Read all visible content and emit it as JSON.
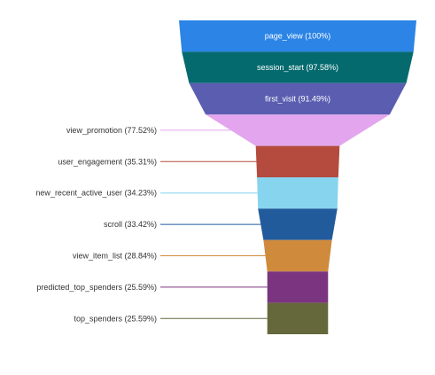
{
  "chart_data": {
    "type": "funnel",
    "title": "",
    "stages": [
      {
        "label": "page_view",
        "value": 100,
        "display": "page_view (100%)",
        "label_position": "inside",
        "color": "#2b84e6"
      },
      {
        "label": "session_start",
        "value": 97.58,
        "display": "session_start (97.58%)",
        "label_position": "inside",
        "color": "#046a6e"
      },
      {
        "label": "first_visit",
        "value": 91.49,
        "display": "first_visit (91.49%)",
        "label_position": "inside",
        "color": "#5a5db0"
      },
      {
        "label": "view_promotion",
        "value": 77.52,
        "display": "view_promotion (77.52%)",
        "label_position": "outside",
        "color": "#e3a6ee"
      },
      {
        "label": "user_engagement",
        "value": 35.31,
        "display": "user_engagement (35.31%)",
        "label_position": "outside",
        "color": "#b54a3e"
      },
      {
        "label": "new_recent_active_user",
        "value": 34.23,
        "display": "new_recent_active_user (34.23%)",
        "label_position": "outside",
        "color": "#87d4ee"
      },
      {
        "label": "scroll",
        "value": 33.42,
        "display": "scroll (33.42%)",
        "label_position": "outside",
        "color": "#225b9c"
      },
      {
        "label": "view_item_list",
        "value": 28.84,
        "display": "view_item_list (28.84%)",
        "label_position": "outside",
        "color": "#cf8a3c"
      },
      {
        "label": "predicted_top_spenders",
        "value": 25.59,
        "display": "predicted_top_spenders (25.59%)",
        "label_position": "outside",
        "color": "#7a3480"
      },
      {
        "label": "top_spenders",
        "value": 25.59,
        "display": "top_spenders (25.59%)",
        "label_position": "outside",
        "color": "#65683a"
      }
    ],
    "grid": false,
    "legend": "none"
  }
}
